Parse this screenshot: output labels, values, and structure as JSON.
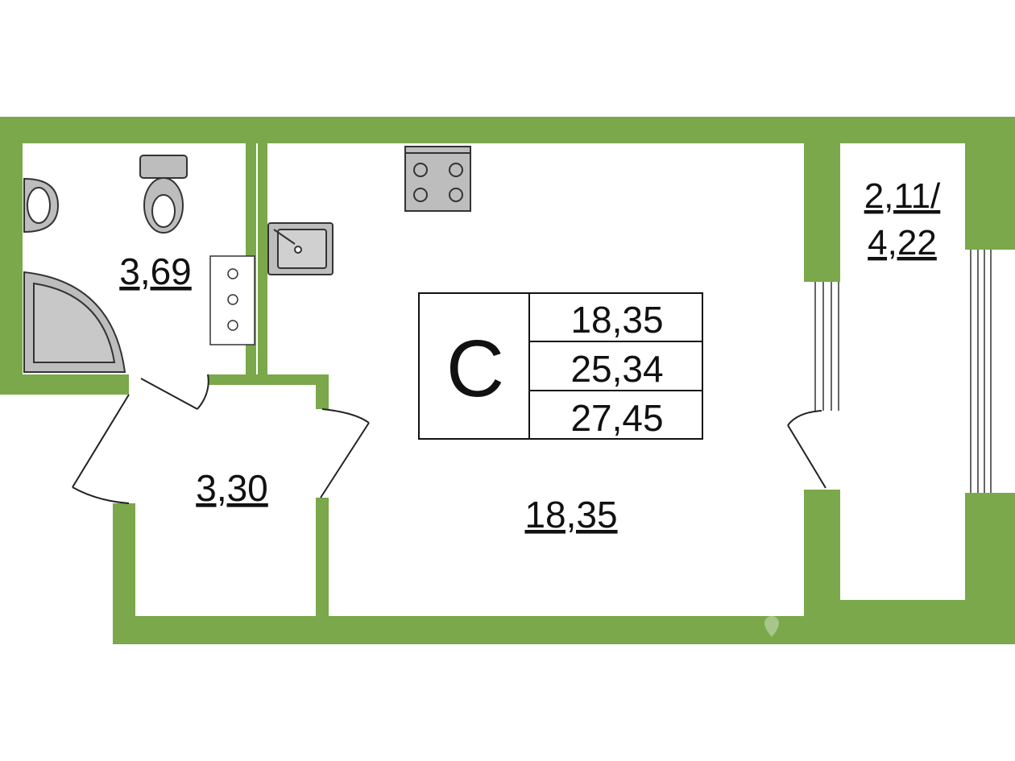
{
  "colors": {
    "wall": "#7aa84a",
    "fixture": "#bdbdbd",
    "line": "#222222"
  },
  "rooms": {
    "bathroom_area": "3,69",
    "hall_area": "3,30",
    "main_room_area": "18,35",
    "balcony_area_line1": "2,11/",
    "balcony_area_line2": "4,22"
  },
  "summary": {
    "type_letter": "С",
    "living_area": "18,35",
    "total_area": "25,34",
    "total_with_balcony": "27,45"
  },
  "watermark": {
    "icon": "location-pin-icon"
  }
}
